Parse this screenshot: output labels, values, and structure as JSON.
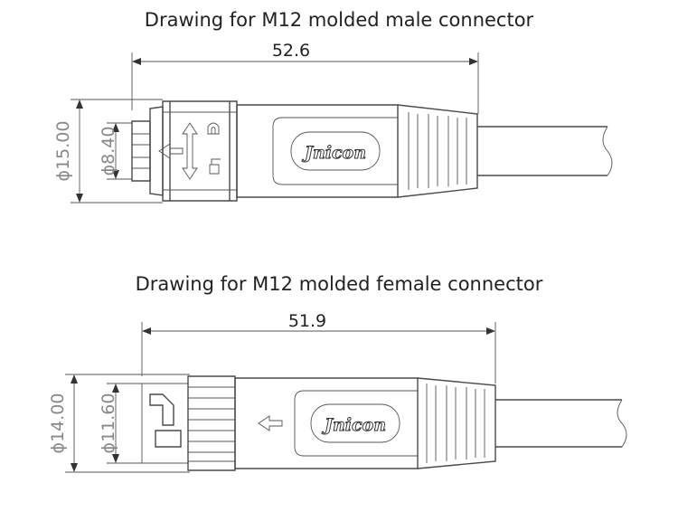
{
  "male": {
    "title": "Drawing for M12 molded male connector",
    "length": "52.6",
    "outer_diameter": "ϕ15.00",
    "inner_diameter": "ϕ8.40",
    "brand": "Jnicon"
  },
  "female": {
    "title": "Drawing for M12 molded female connector",
    "length": "51.9",
    "outer_diameter": "ϕ14.00",
    "inner_diameter": "ϕ11.60",
    "brand": "Jnicon"
  }
}
